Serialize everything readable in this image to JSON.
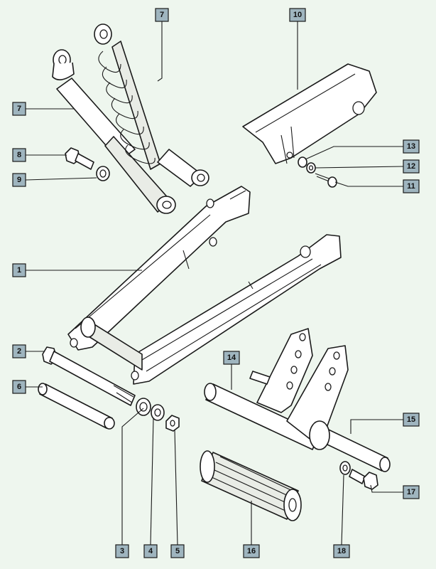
{
  "callouts": [
    {
      "id": "c1",
      "label": "1"
    },
    {
      "id": "c2",
      "label": "2"
    },
    {
      "id": "c3",
      "label": "3"
    },
    {
      "id": "c4",
      "label": "4"
    },
    {
      "id": "c5",
      "label": "5"
    },
    {
      "id": "c6",
      "label": "6"
    },
    {
      "id": "c7a",
      "label": "7"
    },
    {
      "id": "c7b",
      "label": "7"
    },
    {
      "id": "c8",
      "label": "8"
    },
    {
      "id": "c9",
      "label": "9"
    },
    {
      "id": "c10",
      "label": "10"
    },
    {
      "id": "c11",
      "label": "11"
    },
    {
      "id": "c12",
      "label": "12"
    },
    {
      "id": "c13",
      "label": "13"
    },
    {
      "id": "c14",
      "label": "14"
    },
    {
      "id": "c15",
      "label": "15"
    },
    {
      "id": "c16",
      "label": "16"
    },
    {
      "id": "c17",
      "label": "17"
    },
    {
      "id": "c18",
      "label": "18"
    }
  ],
  "colors": {
    "background": "#eef6ee",
    "callout_fill": "#9fb5bf",
    "line": "#1a1a1a",
    "part_fill": "#ffffff"
  }
}
